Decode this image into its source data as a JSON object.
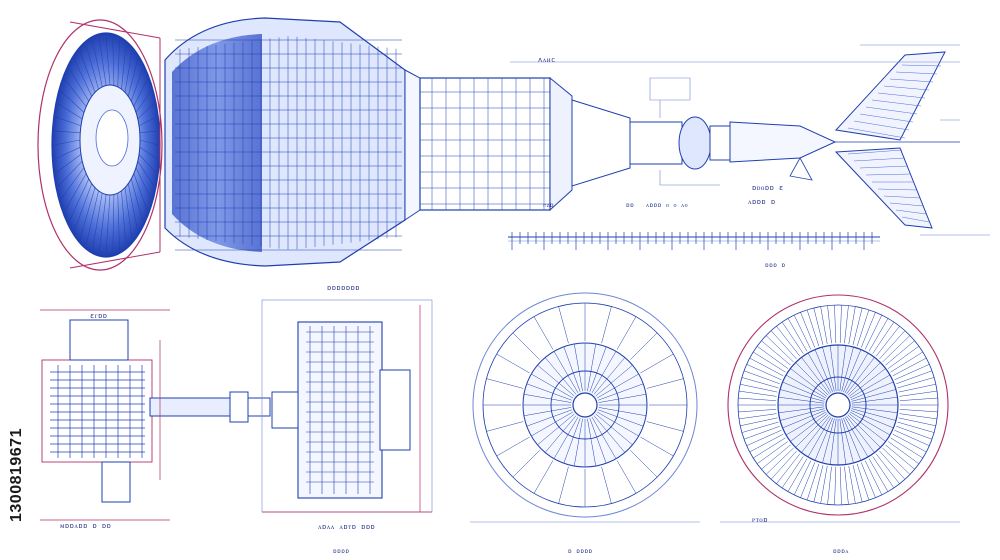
{
  "colors": {
    "ink_blue": "#1f3fb0",
    "ink_light": "#6f86d6",
    "ink_magenta": "#b0306a",
    "fill_blue": "#3a5fd0",
    "background": "#ffffff"
  },
  "labels": {
    "engine_top": "ʌᴧᴎc",
    "rear_dim_1": "ɒᴅᴏɒɒ ɛ",
    "rear_dim_2": "ᴧɒɒɒ ᴏ ᴏ ᴧᴏ",
    "rear_dim_3": "ᴧɒɒɒ ɒ",
    "mid_dim_1": "ᴒᴢɒ",
    "mid_dim_2": "ɒɒ",
    "mid_dim_3": "ɒɒɒɒ",
    "scale_end": "ɒɒɒ ɒ",
    "shaft_top": "ɛᴦɒɒ",
    "shaft_bottom": "ᴍɒɒᴧɒɒ ɒ ɒɒ",
    "section_top": "ɒɒɒɒɒɒɒ",
    "section_bottom": "ᴧɒᴧᴧ ᴧɒᴛɒ ɒɒɒ",
    "disc1_bottom": "ɒ ɒɒɒɒ",
    "disc2_tag": "ᴩᴛᴏɒ",
    "disc2_bottom": "ɒɒɒᴧ",
    "footer_left": "ɒɒɒɒ",
    "footer_mid": "ɒ ɒɒɒɒ"
  },
  "stock_id": "1300819671"
}
